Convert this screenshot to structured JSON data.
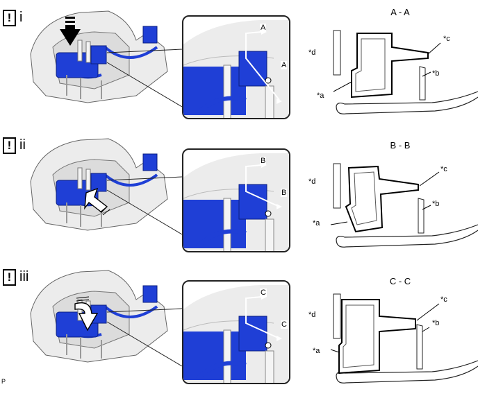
{
  "steps": [
    {
      "badge": "!",
      "roman": "i",
      "section_title": "A - A",
      "section_letter": "A",
      "arrow_type": "down-solid"
    },
    {
      "badge": "!",
      "roman": "ii",
      "section_title": "B - B",
      "section_letter": "B",
      "arrow_type": "push-white"
    },
    {
      "badge": "!",
      "roman": "iii",
      "section_title": "C - C",
      "section_letter": "C",
      "arrow_type": "rotate-white"
    }
  ],
  "labels": {
    "a": "*a",
    "b": "*b",
    "c": "*c",
    "d": "*d"
  },
  "footer_mark": "P",
  "colors": {
    "part_blue": "#1f3fd6",
    "housing": "#e6e6e6",
    "outline": "#222222"
  }
}
